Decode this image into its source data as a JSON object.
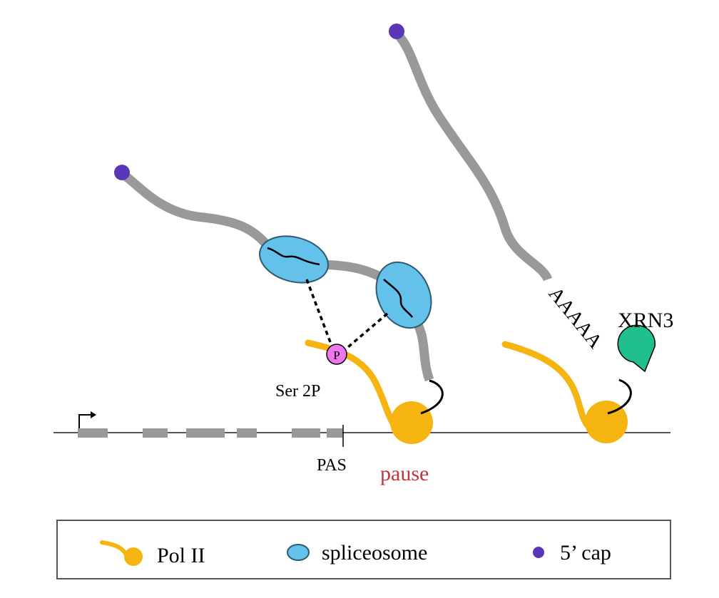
{
  "labels": {
    "ser2p": "Ser 2P",
    "phospho": "P",
    "pas": "PAS",
    "pause": "pause",
    "polya": "AAAAA",
    "xrn3": "XRN3"
  },
  "legend": {
    "pol2": "Pol II",
    "spliceosome": "spliceosome",
    "cap": "5’ cap"
  },
  "colors": {
    "pol2": "#f5b40f",
    "rna": "#999999",
    "intron": "#000000",
    "spliceosome": "#63c1ea",
    "cap": "#5b35b8",
    "phospho": "#ee77ee",
    "xrn3": "#20c08e",
    "pause": "#c0363c",
    "dna": "#555555",
    "exon": "#999999"
  },
  "icons": {
    "pol2": "pol2-icon",
    "spliceosome": "spliceosome-icon",
    "cap": "cap-icon",
    "xrn3": "xrn3-icon",
    "tss": "tss-arrow-icon"
  }
}
